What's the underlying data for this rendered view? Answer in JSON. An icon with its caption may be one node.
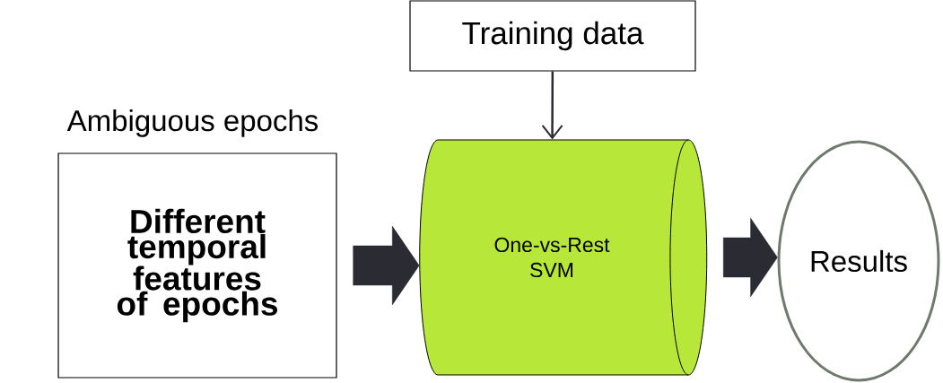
{
  "diagram": {
    "nodes": [
      {
        "text": [
          "Ambiguous epochs",
          "Different temporal features of epochs"
        ]
      },
      {
        "text": [
          "Training data"
        ]
      },
      {
        "text": [
          "One-vs-Rest SVM"
        ]
      },
      {
        "text": [
          "Results"
        ]
      }
    ],
    "edges": [
      {
        "from": 1,
        "to": 2,
        "arrow": "to"
      },
      {
        "from": 0,
        "to": 2,
        "arrow": "to",
        "style": "thick"
      },
      {
        "from": 2,
        "to": 3,
        "arrow": "to",
        "style": "thick"
      }
    ]
  }
}
